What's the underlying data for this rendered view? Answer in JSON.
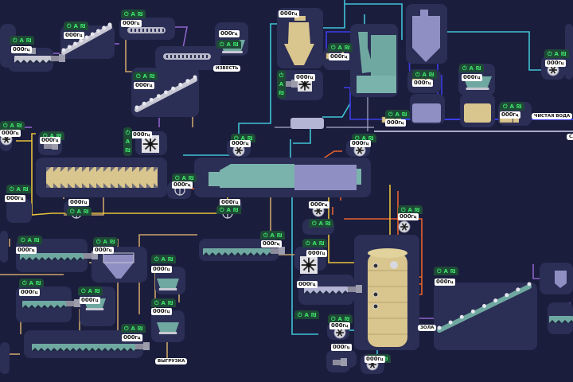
{
  "app": {
    "title": "Process flow SCADA mimic"
  },
  "status_icons": {
    "power": "⏻",
    "auto": "A",
    "local": "₪"
  },
  "value_default": "000",
  "unit": "Гц",
  "colors": {
    "background": "#1b1d3d",
    "panel": "#2b2e55",
    "status_bg": "#1e4a36",
    "status_fg": "#3ee06a",
    "pipe_tan": "#c9a46a",
    "pipe_yellow": "#e8c23a",
    "pipe_cyan": "#3fc3d6",
    "pipe_blue": "#3a3ee8",
    "pipe_orange": "#e8632a",
    "pipe_violet": "#8d63c9",
    "pipe_grey": "#a9a9c9",
    "equipment_tan": "#d9c58e",
    "equipment_teal": "#6fa8a0",
    "equipment_lilac": "#8f8fc4"
  },
  "labels": {
    "lime": "ИЗВЕСТЬ",
    "clean_water": "ЧИСТАЯ ВОДА",
    "ash": "ЗОЛА",
    "unload": "ВЫГРУЗКА",
    "cut": "СЛ"
  },
  "devices": [
    {
      "id": "screw-feeder-1",
      "type": "screw",
      "value": "000",
      "unit": "Гц"
    },
    {
      "id": "incline-conveyor-1",
      "type": "incline-conveyor",
      "value": "000",
      "unit": "Гц"
    },
    {
      "id": "chain-conveyor-1",
      "type": "chain-conveyor",
      "value": "000",
      "unit": "Гц"
    },
    {
      "id": "chain-conveyor-2",
      "type": "chain-conveyor",
      "value": "",
      "unit": ""
    },
    {
      "id": "lime-hopper",
      "type": "hopper",
      "value": "000",
      "unit": "Гц"
    },
    {
      "id": "incline-conveyor-2",
      "type": "incline-conveyor",
      "value": "000",
      "unit": "Гц"
    },
    {
      "id": "cyclone",
      "type": "cyclone",
      "value": "000",
      "unit": "Гц"
    },
    {
      "id": "cyclone-fan",
      "type": "fan",
      "value": "000",
      "unit": "Гц"
    },
    {
      "id": "scrubber-pump",
      "type": "pump",
      "value": "000",
      "unit": "Гц"
    },
    {
      "id": "scrubber-pump-2",
      "type": "pump",
      "value": "000",
      "unit": "Гц"
    },
    {
      "id": "silo-pump",
      "type": "pump",
      "value": "000",
      "unit": "Гц"
    },
    {
      "id": "reagent-hopper",
      "type": "hopper",
      "value": "000",
      "unit": "Гц"
    },
    {
      "id": "water-pump",
      "type": "pump",
      "value": "000",
      "unit": "Гц"
    },
    {
      "id": "exhaust-fan",
      "type": "fan",
      "value": "000",
      "unit": "Гц"
    },
    {
      "id": "left-fan-1",
      "type": "fan",
      "value": "000",
      "unit": "Гц"
    },
    {
      "id": "dryer-fan",
      "type": "fan",
      "value": "000",
      "unit": "Гц"
    },
    {
      "id": "motor-1",
      "type": "motor",
      "value": "000",
      "unit": "Гц"
    },
    {
      "id": "left-fan-2",
      "type": "fan",
      "value": "000",
      "unit": "Гц"
    },
    {
      "id": "damper-1",
      "type": "damper",
      "value": "000",
      "unit": "Гц"
    },
    {
      "id": "damper-2",
      "type": "damper",
      "value": "000",
      "unit": "Гц"
    },
    {
      "id": "damper-3",
      "type": "damper",
      "value": "000",
      "unit": "Гц"
    },
    {
      "id": "kiln-fan-1",
      "type": "fan",
      "value": "000",
      "unit": "Гц"
    },
    {
      "id": "kiln-fan-2",
      "type": "fan",
      "value": "000",
      "unit": "Гц"
    },
    {
      "id": "kiln-fan-3",
      "type": "fan",
      "value": "000",
      "unit": "Гц"
    },
    {
      "id": "kiln-fan-4",
      "type": "fan",
      "value": "000",
      "unit": "Гц"
    },
    {
      "id": "screw-conveyor-a",
      "type": "screw",
      "value": "000",
      "unit": "Гц"
    },
    {
      "id": "screw-conveyor-b",
      "type": "screw",
      "value": "000",
      "unit": "Гц"
    },
    {
      "id": "bag-filter",
      "type": "filter",
      "value": "000",
      "unit": "Гц"
    },
    {
      "id": "hopper-a",
      "type": "hopper",
      "value": "000",
      "unit": "Гц"
    },
    {
      "id": "hopper-b",
      "type": "hopper",
      "value": "000",
      "unit": "Гц"
    },
    {
      "id": "hopper-c",
      "type": "hopper",
      "value": "000",
      "unit": "Гц"
    },
    {
      "id": "long-screw",
      "type": "screw",
      "value": "000",
      "unit": "Гц"
    },
    {
      "id": "mid-screw",
      "type": "screw",
      "value": "000",
      "unit": "Гц"
    },
    {
      "id": "ash-fan",
      "type": "fan",
      "value": "000",
      "unit": "Гц"
    },
    {
      "id": "ash-screw",
      "type": "screw",
      "value": "000",
      "unit": "Гц"
    },
    {
      "id": "ash-fan-2",
      "type": "fan",
      "value": "000",
      "unit": "Гц"
    },
    {
      "id": "ash-motor",
      "type": "motor",
      "value": "000",
      "unit": "Гц"
    },
    {
      "id": "ash-fan-3",
      "type": "fan",
      "value": "000",
      "unit": "Гц"
    },
    {
      "id": "ash-conveyor",
      "type": "incline-conveyor",
      "value": "000",
      "unit": "Гц"
    }
  ]
}
